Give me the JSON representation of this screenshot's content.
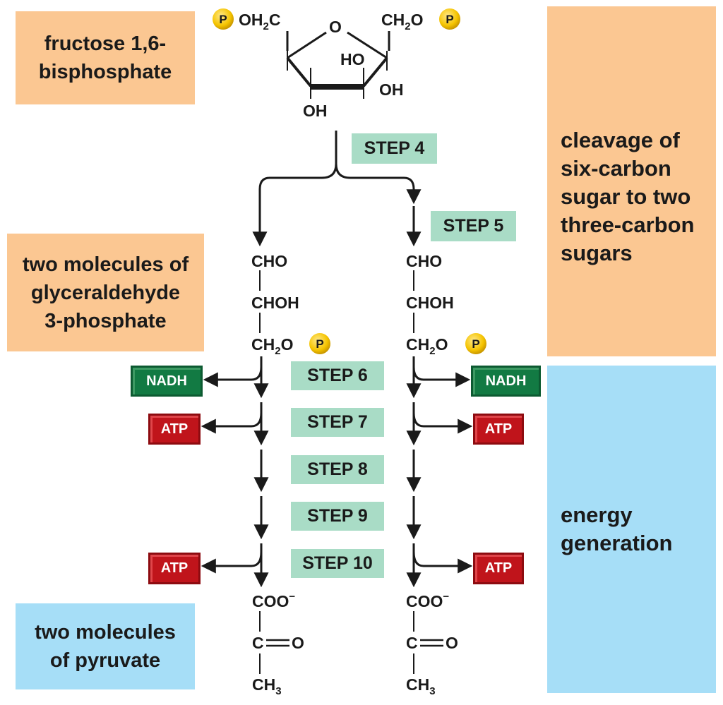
{
  "labels": {
    "fructose": "fructose 1,6-\nbisphosphate",
    "g3p": "two molecules of\nglyceraldehyde\n3-phosphate",
    "pyruvate": "two molecules\nof pyruvate",
    "cleavage": "cleavage of\nsix-carbon\nsugar to two\nthree-carbon\nsugars",
    "energy": "energy\ngeneration"
  },
  "steps": [
    "STEP 4",
    "STEP 5",
    "STEP 6",
    "STEP 7",
    "STEP 8",
    "STEP 9",
    "STEP 10"
  ],
  "products": {
    "nadh": "NADH",
    "atp": "ATP"
  },
  "fructose_structure": {
    "left_group": "OH",
    "left_sub": "2",
    "left_c": "C",
    "ring_o": "O",
    "right_c": "CH",
    "right_sub": "2",
    "right_o": "O",
    "ho": "HO",
    "oh_right": "OH",
    "oh_bottom": "OH",
    "phosphate": "P"
  },
  "g3p_structure": {
    "line1": "CHO",
    "line2": "CHOH",
    "line3_main": "CH",
    "line3_sub": "2",
    "line3_end": "O",
    "phosphate": "P"
  },
  "pyruvate_structure": {
    "line1": "COO",
    "line1_sup": "−",
    "line2_c": "C",
    "line2_o": "O",
    "line3_main": "CH",
    "line3_sub": "3"
  },
  "colors": {
    "peach": "#fbc792",
    "blue": "#a6def7",
    "step": "#a9dcc6",
    "nadh": "#127a43",
    "atp": "#c0141b",
    "phosphate": "#f5c400"
  }
}
